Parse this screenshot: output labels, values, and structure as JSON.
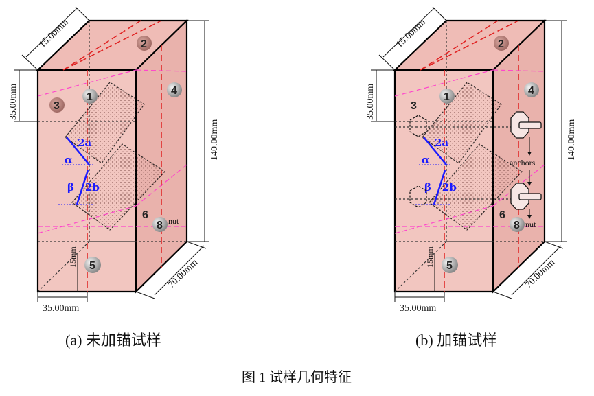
{
  "panels": {
    "a": {
      "caption": "(a)  未加锚试样",
      "dim_top": "15.00mm",
      "dim_left": "35.00mm",
      "dim_height": "140.00mm",
      "dim_depth": "70.00mm",
      "dim_bottom": "35.00mm",
      "dim_small": "15mm",
      "points": [
        "1",
        "2",
        "3",
        "4",
        "5",
        "6",
        "8"
      ],
      "nut_label": "nut",
      "label_2a": "2a",
      "label_2b": "2b",
      "label_alpha": "α",
      "label_beta": "β"
    },
    "b": {
      "caption": "(b)  加锚试样",
      "dim_top": "15.00mm",
      "dim_left": "35.00mm",
      "dim_height": "140.00mm",
      "dim_depth": "70.00mm",
      "dim_bottom": "35.00mm",
      "dim_small": "15mm",
      "points": [
        "1",
        "2",
        "3",
        "4",
        "5",
        "6",
        "8"
      ],
      "nut_label": "nut",
      "anchors_label": "anchors",
      "label_2a": "2a",
      "label_2b": "2b",
      "label_alpha": "α",
      "label_beta": "β"
    }
  },
  "figure_caption": "图 1  试样几何特征",
  "colors": {
    "face_front": "#f2c6c0",
    "face_top": "#efbcb6",
    "face_side": "#e9b2ac",
    "red_dash": "#e02020",
    "magenta_dash": "#ff44cc",
    "blue": "#1a1aff"
  }
}
